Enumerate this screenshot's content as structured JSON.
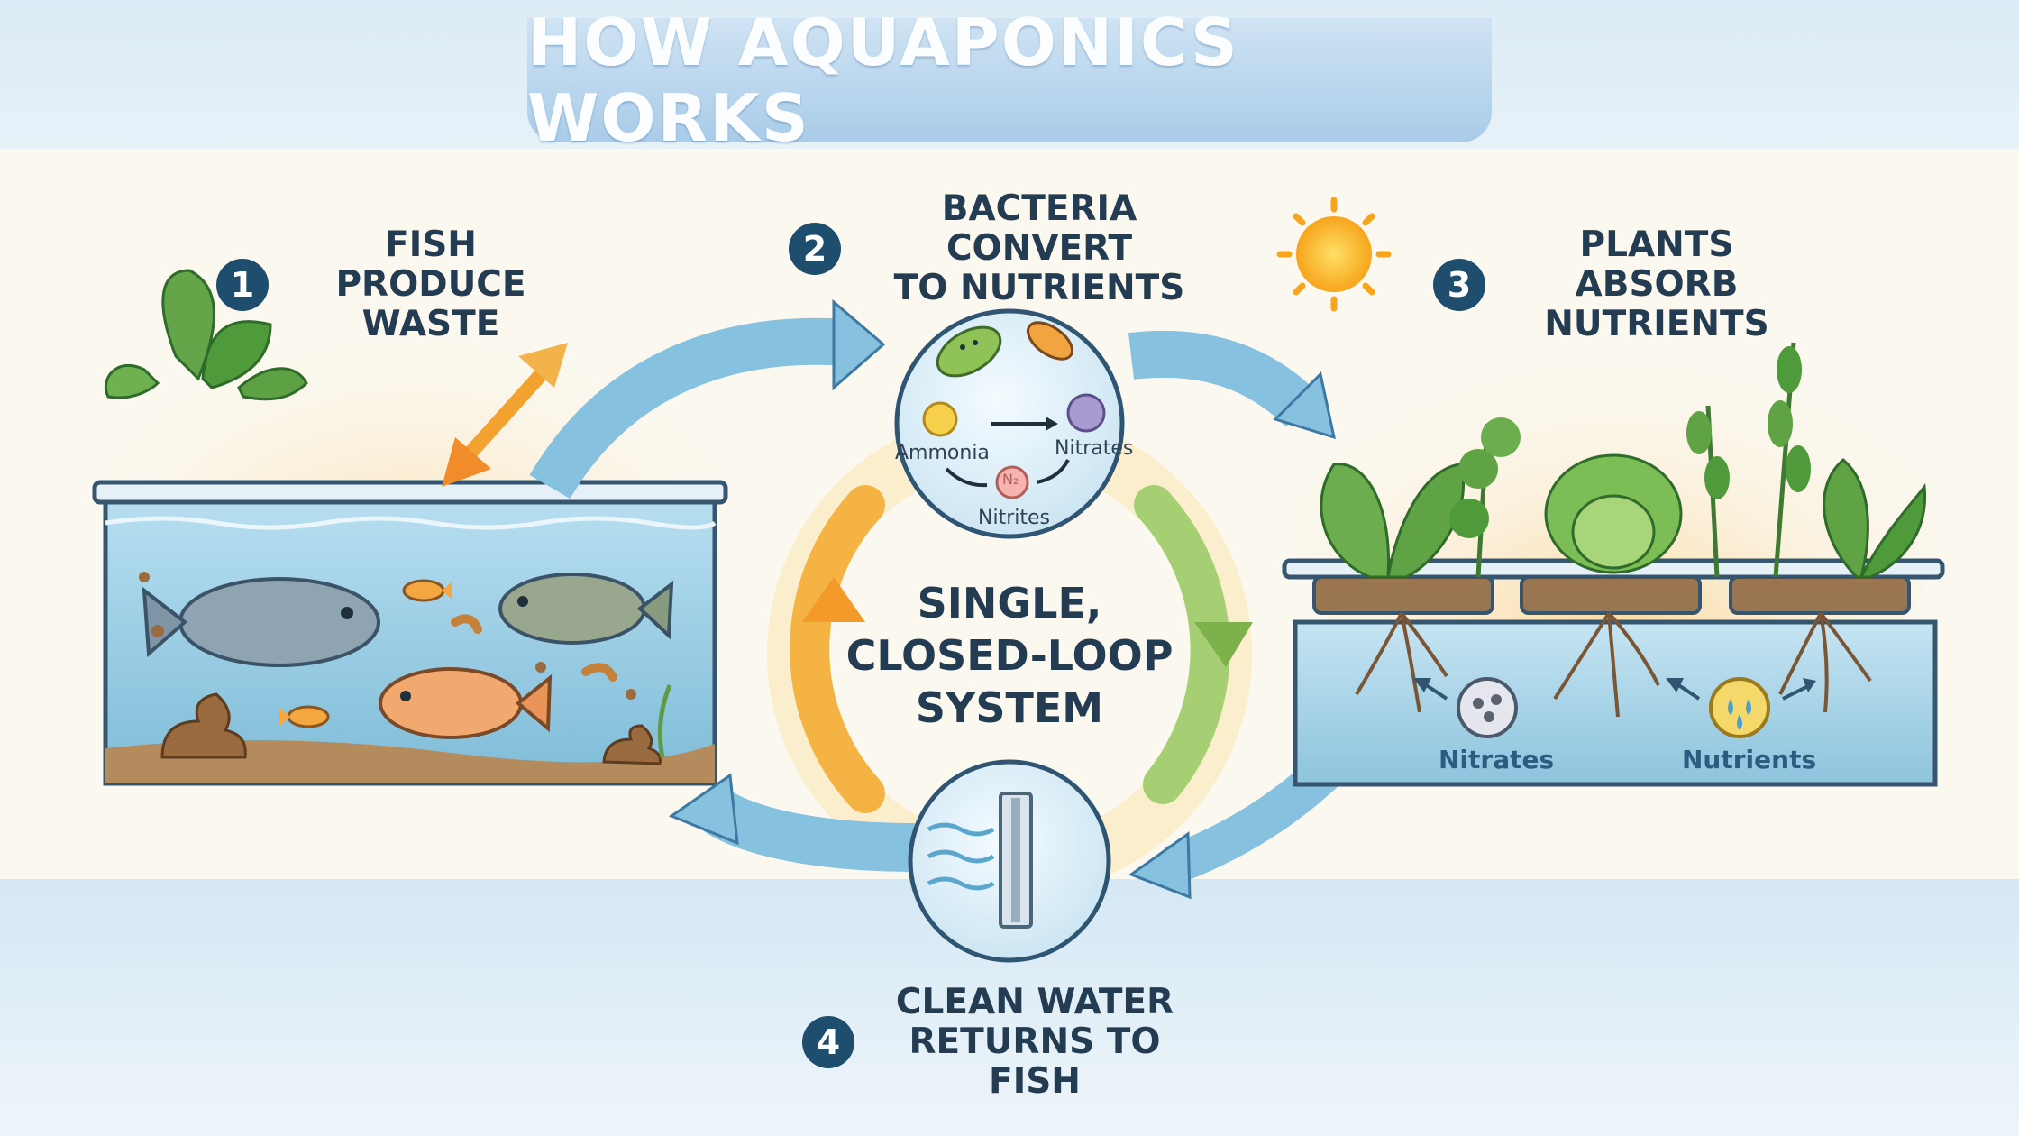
{
  "title": "HOW AQUAPONICS WORKS",
  "steps": [
    {
      "number": "1",
      "label_line1": "FISH PRODUCE",
      "label_line2": "WASTE"
    },
    {
      "number": "2",
      "label_line1": "BACTERIA CONVERT",
      "label_line2": "TO NUTRIENTS"
    },
    {
      "number": "3",
      "label_line1": "PLANTS ABSORB",
      "label_line2": "NUTRIENTS"
    },
    {
      "number": "4",
      "label_line1": "CLEAN WATER",
      "label_line2": "RETURNS TO FISH"
    }
  ],
  "center": {
    "line1": "SINGLE,",
    "line2": "CLOSED-LOOP",
    "line3": "SYSTEM"
  },
  "bacteria_labels": {
    "ammonia": "Ammonia",
    "nitrates": "Nitrates",
    "nitrites": "Nitrites",
    "n2": "N₂"
  },
  "bed_labels": {
    "nitrates": "Nitrates",
    "nutrients": "Nutrients"
  },
  "colors": {
    "badge": "#1f4d6e",
    "text": "#233c52",
    "water": "#8fc6df",
    "arrow_blue": "#6fb2d6",
    "arrow_orange": "#f4a52a",
    "arrow_green": "#8cc05a",
    "soil": "#9a7650",
    "leaf": "#4f9a3a"
  },
  "icons": [
    "sun-icon",
    "bacteria-icon",
    "filter-icon",
    "fish-icon",
    "waste-icon",
    "plant-icon"
  ]
}
